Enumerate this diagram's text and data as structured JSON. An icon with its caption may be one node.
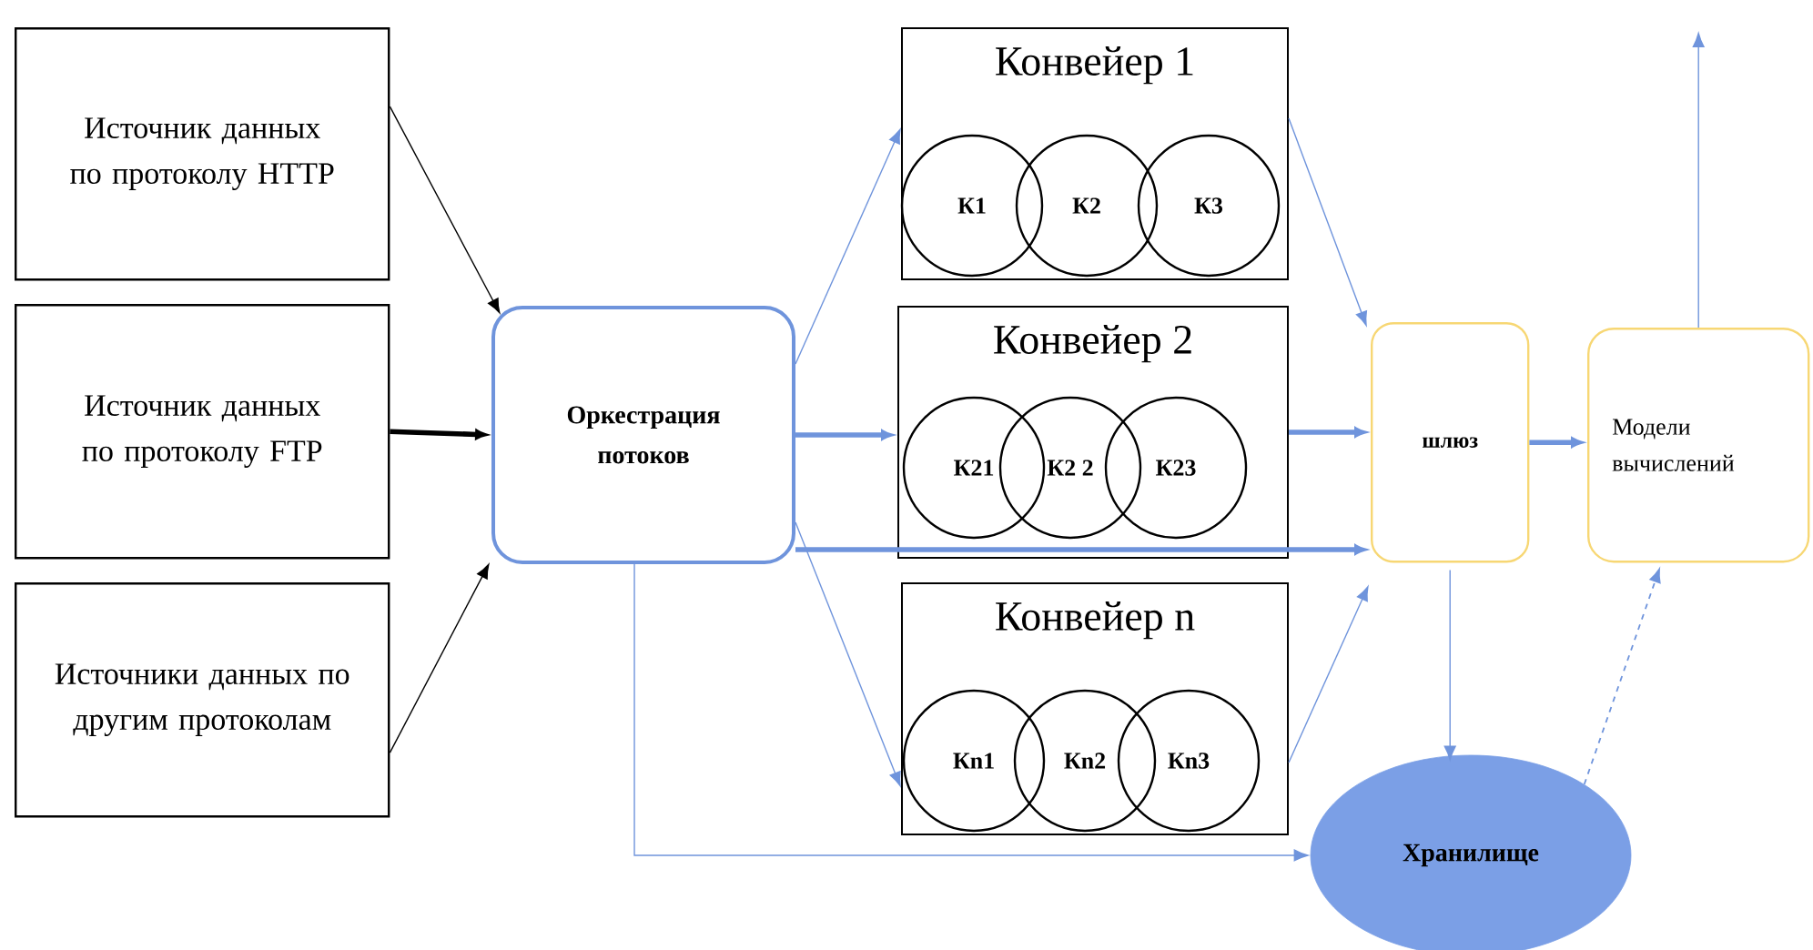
{
  "diagram": {
    "nodes": [
      {
        "text": [
          "Источник данных по протоколу HTTP"
        ]
      },
      {
        "text": [
          "Источник данных по протоколу FTP"
        ]
      },
      {
        "text": [
          "Источники данных по другим протоколам"
        ]
      },
      {
        "text": [
          "Оркестрация потоков"
        ]
      },
      {
        "text": [
          "Конвейер 1"
        ]
      },
      {
        "text": [
          "К1"
        ],
        "in": 4
      },
      {
        "text": [
          "К2"
        ],
        "in": 4
      },
      {
        "text": [
          "К3"
        ],
        "in": 4
      },
      {
        "text": [
          "Конвейер 2"
        ]
      },
      {
        "text": [
          "К21"
        ],
        "in": 8
      },
      {
        "text": [
          "К2 2"
        ],
        "in": 8
      },
      {
        "text": [
          "К23"
        ],
        "in": 8
      },
      {
        "text": [
          "Конвейер n"
        ]
      },
      {
        "text": [
          "Кn1"
        ],
        "in": 12
      },
      {
        "text": [
          "Кn2"
        ],
        "in": 12
      },
      {
        "text": [
          "Кn3"
        ],
        "in": 12
      },
      {
        "text": [
          "шлюз"
        ]
      },
      {
        "text": [
          "Модели вычислений"
        ]
      },
      {
        "text": [
          "Хранилище"
        ]
      }
    ],
    "edges": [
      {
        "from": 0,
        "to": 3,
        "arrow": "to",
        "color": "#000000"
      },
      {
        "from": 1,
        "to": 3,
        "arrow": "to",
        "color": "#000000",
        "style": "thick"
      },
      {
        "from": 2,
        "to": 3,
        "arrow": "to",
        "color": "#000000"
      },
      {
        "from": 3,
        "to": 4,
        "arrow": "to"
      },
      {
        "from": 3,
        "to": 8,
        "arrow": "to",
        "style": "thick"
      },
      {
        "from": 3,
        "to": 12,
        "arrow": "to"
      },
      {
        "from": 3,
        "to": 16,
        "arrow": "to",
        "style": "thick"
      },
      {
        "from": 3,
        "to": 18,
        "arrow": "to"
      },
      {
        "from": 4,
        "to": 16,
        "arrow": "to"
      },
      {
        "from": 8,
        "to": 16,
        "arrow": "to",
        "style": "thick"
      },
      {
        "from": 12,
        "to": 16,
        "arrow": "to"
      },
      {
        "from": 16,
        "to": 17,
        "arrow": "to",
        "style": "thick"
      },
      {
        "from": 16,
        "to": 18,
        "arrow": "to"
      },
      {
        "from": 18,
        "to": 17,
        "arrow": "to",
        "style": "dashed"
      },
      {
        "from": 17,
        "to": null,
        "arrow": "to"
      }
    ]
  }
}
